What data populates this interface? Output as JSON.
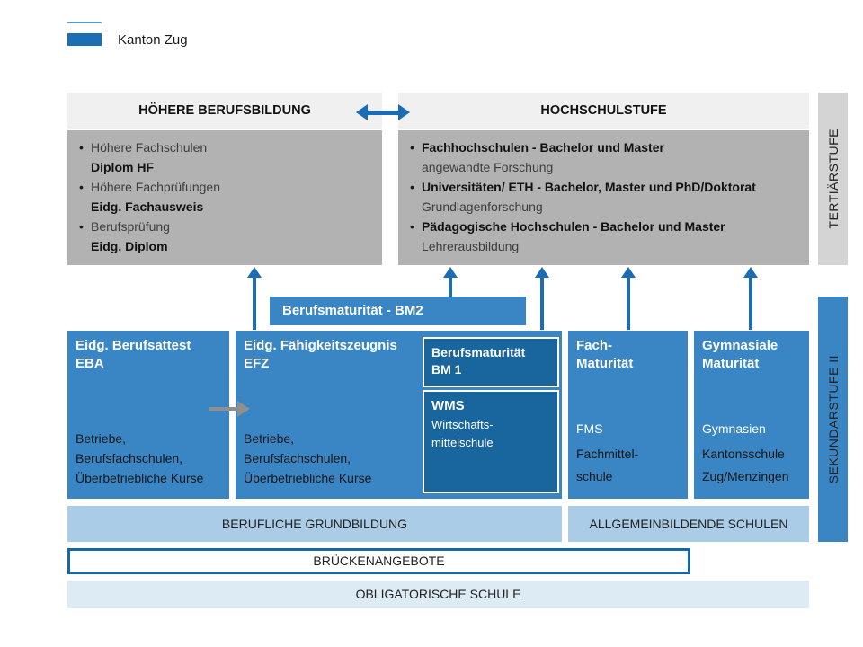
{
  "logo": {
    "label": "Kanton Zug"
  },
  "tertiary": {
    "side_label": "TERTIÄRSTUFE",
    "hoehere": {
      "header": "HÖHERE BERUFSBILDUNG",
      "items": [
        {
          "line1": "Höhere Fachschulen",
          "line2": "Diplom HF"
        },
        {
          "line1": "Höhere Fachprüfungen",
          "line2": "Eidg. Fachausweis"
        },
        {
          "line1": "Berufsprüfung",
          "line2": "Eidg. Diplom"
        }
      ]
    },
    "hochschule": {
      "header": "HOCHSCHULSTUFE",
      "items": [
        {
          "line1": "Fachhochschulen - Bachelor und Master",
          "line2": "angewandte Forschung"
        },
        {
          "line1": "Universitäten/ ETH - Bachelor, Master und PhD/Doktorat",
          "line2": "Grundlagenforschung"
        },
        {
          "line1": "Pädagogische Hochschulen - Bachelor und Master",
          "line2": "Lehrerausbildung"
        }
      ]
    }
  },
  "sekundar": {
    "side_label": "SEKUNDARSTUFE II",
    "bm2_label": "Berufsmaturität  - BM2",
    "eba": {
      "title1": "Eidg. Berufsattest",
      "title2": "EBA",
      "body1": "Betriebe,",
      "body2": "Berufsfachschulen,",
      "body3": "Überbetriebliche Kurse"
    },
    "efz": {
      "title1": "Eidg. Fähigkeitszeugnis",
      "title2": "EFZ",
      "body1": "Betriebe,",
      "body2": "Berufsfachschulen,",
      "body3": "Überbetriebliche Kurse"
    },
    "bm1": {
      "title1": "Berufsmaturität",
      "title2": "BM 1"
    },
    "wms": {
      "title": "WMS",
      "body1": "Wirtschafts-",
      "body2": "mittelschule"
    },
    "fms": {
      "title1": "Fach-",
      "title2": "Maturität",
      "light": "FMS",
      "body1": "Fachmittel-",
      "body2": "schule"
    },
    "gym": {
      "title1": "Gymnasiale",
      "title2": "Maturität",
      "light": "Gymnasien",
      "body1": "Kantonsschule",
      "body2": "Zug/Menzingen"
    }
  },
  "bars": {
    "berufliche": "BERUFLICHE GRUNDBILDUNG",
    "allgemein": "ALLGEMEINBILDENDE SCHULEN",
    "bruecken": "BRÜCKENANGEBOTE",
    "obligatorisch": "OBLIGATORISCHE SCHULE"
  },
  "colors": {
    "main_blue": "#3a86c5",
    "dark_blue": "#19669f",
    "arrow_blue": "#1a6cb4",
    "logo_blue": "#1b6fb4",
    "logo_line": "#5b9bd1",
    "border_blue": "#1467ad",
    "light_bar": "#abcce6",
    "lightest_bar": "#dcebf4",
    "gray_panel": "#b2b2b2",
    "header_bg": "#f0f0f0",
    "side_gray": "#d4d4d4",
    "transfer_gray": "#8f8f8f"
  }
}
